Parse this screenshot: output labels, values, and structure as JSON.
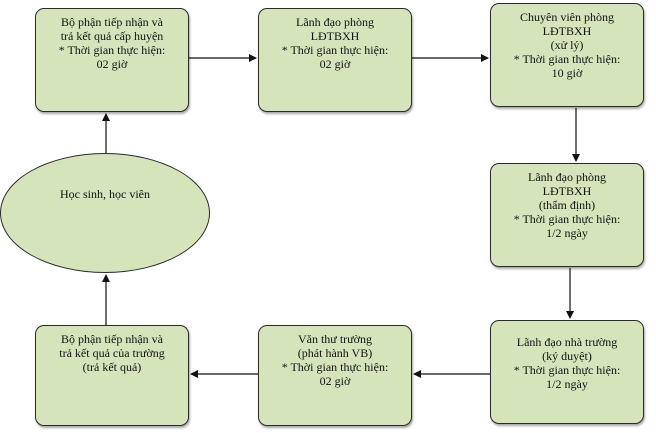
{
  "nodes": {
    "district_reception": {
      "lines": [
        "Bộ phận tiếp nhận và",
        "trả kết quả cấp huyện",
        "* Thời gian thực hiện:",
        "02 giờ"
      ]
    },
    "dept_head_review": {
      "lines": [
        "Lãnh đạo phòng",
        "LĐTBXH",
        "* Thời gian thực hiện:",
        "02 giờ"
      ]
    },
    "specialist": {
      "lines": [
        "Chuyên viên phòng",
        "LĐTBXH",
        "(xử lý)",
        "* Thời gian thực hiện:",
        "10 giờ"
      ]
    },
    "dept_head_appraisal": {
      "lines": [
        "Lãnh đạo phòng",
        "LĐTBXH",
        "(thẩm định)",
        "* Thời gian thực hiện:",
        "1/2 ngày"
      ]
    },
    "school_leader": {
      "lines": [
        "Lãnh đạo nhà trường",
        "(ký duyệt)",
        "* Thời gian thực hiện:",
        "1/2 ngày"
      ]
    },
    "school_clerk": {
      "lines": [
        "Văn thư trường",
        "(phát hành VB)",
        "* Thời gian thực hiện:",
        "02 giờ"
      ]
    },
    "school_reception": {
      "lines": [
        "Bộ phận tiếp nhận và",
        "trả kết quả của trường",
        "(trả kết quả)"
      ]
    },
    "students": {
      "lines": [
        "Học sinh, học viên"
      ]
    }
  },
  "colors": {
    "node_fill": "#d6e4bc",
    "node_border": "#2b2b2b",
    "arrow": "#111111"
  }
}
